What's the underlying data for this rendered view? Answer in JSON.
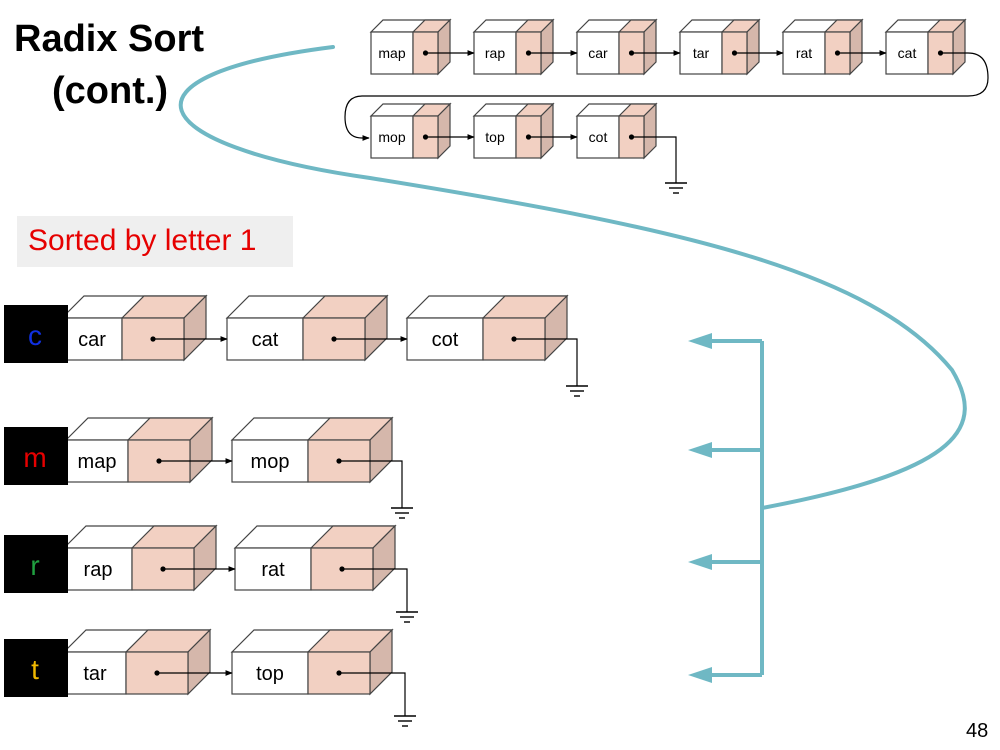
{
  "slide": {
    "title_line1": "Radix Sort",
    "title_line2": "(cont.)",
    "subtitle": "Sorted by letter 1",
    "page_number": "48"
  },
  "colors": {
    "node_word": "#ffffff",
    "node_pointer": "#f2d0c2",
    "node_edge": "#444444",
    "curve": "#6fb8c4",
    "subtitle_text": "#e60000",
    "subtitle_bg": "#efefef",
    "bucket_bg": "#000000"
  },
  "top_list": {
    "row1": [
      "map",
      "rap",
      "car",
      "tar",
      "rat",
      "cat"
    ],
    "row2": [
      "mop",
      "top",
      "cot"
    ]
  },
  "buckets": [
    {
      "letter": "c",
      "color": "#1030e0",
      "words": [
        "car",
        "cat",
        "cot"
      ]
    },
    {
      "letter": "m",
      "color": "#e60000",
      "words": [
        "map",
        "mop"
      ]
    },
    {
      "letter": "r",
      "color": "#20a040",
      "words": [
        "rap",
        "rat"
      ]
    },
    {
      "letter": "t",
      "color": "#f0b800",
      "words": [
        "tar",
        "top"
      ]
    }
  ]
}
